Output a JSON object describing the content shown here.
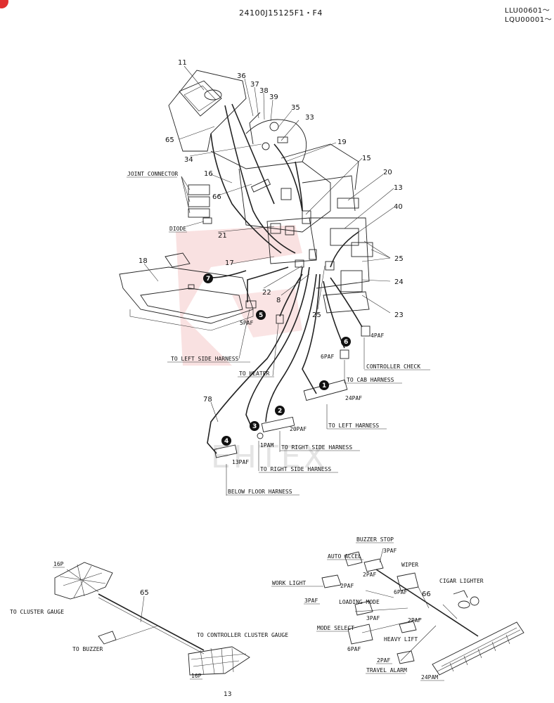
{
  "header": {
    "doc_code": "24100J15125F1・F4",
    "serial_1": "LLU00601〜",
    "serial_2": "LQU00001〜"
  },
  "watermark": "EHTEX",
  "page_number": "13",
  "main_diagram": {
    "part_numbers": {
      "p11": "11",
      "p36": "36",
      "p37": "37",
      "p38": "38",
      "p39": "39",
      "p35": "35",
      "p33": "33",
      "p65": "65",
      "p34": "34",
      "p19": "19",
      "p15": "15",
      "p16": "16",
      "p20": "20",
      "p66": "66",
      "p13": "13",
      "p40": "40",
      "p21": "21",
      "p18": "18",
      "p17": "17",
      "p25a": "25",
      "p24": "24",
      "p22": "22",
      "p8": "8",
      "p25b": "25",
      "p23": "23",
      "p78": "78"
    },
    "labels": {
      "joint_connector": "JOINT CONNECTOR",
      "diode": "DIODE",
      "paf5": "5PAF",
      "paf4": "4PAF",
      "paf6": "6PAF",
      "paf24": "24PAF",
      "paf20": "20PAF",
      "pam1": "1PAM",
      "paf13": "13PAF",
      "to_left_side": "TO LEFT SIDE HARNESS",
      "to_heater": "TO HEATER",
      "controller_check": "CONTROLLER CHECK",
      "to_cab": "TO CAB HARNESS",
      "to_left": "TO LEFT HARNESS",
      "to_right_side_1": "TO RIGHT SIDE HARNESS",
      "to_right_side_2": "TO RIGHT SIDE HARNESS",
      "below_floor": "BELOW FLOOR HARNESS"
    },
    "connectors": {
      "c1": "1",
      "c2": "2",
      "c3": "3",
      "c4": "4",
      "c5": "5",
      "c6": "6",
      "c7": "7"
    }
  },
  "bottom_left": {
    "p65": "65",
    "pin16_top": "16P",
    "pin16_bottom": "16P",
    "to_cluster_gauge": "TO CLUSTER GAUGE",
    "to_buzzer": "TO BUZZER",
    "to_controller_cluster": "TO CONTROLLER  CLUSTER GAUGE"
  },
  "bottom_right": {
    "p66": "66",
    "buzzer_stop": "BUZZER STOP",
    "auto_accel": "AUTO ACCEL",
    "paf3_a": "3PAF",
    "paf2_a": "2PAF",
    "wiper": "WIPER",
    "work_light": "WORK LIGHT",
    "paf2_b": "2PAF",
    "paf6_a": "6PAF",
    "cigar_lighter": "CIGAR LIGHTER",
    "paf3_b": "3PAF",
    "loading_mode": "LOADING MODE",
    "paf3_c": "3PAF",
    "paf2_c": "2PAF",
    "mode_select": "MODE SELECT",
    "heavy_lift": "HEAVY LIFT",
    "paf6_b": "6PAF",
    "paf2_d": "2PAF",
    "travel_alarm": "TRAVEL ALARM",
    "pam24": "24PAM"
  }
}
